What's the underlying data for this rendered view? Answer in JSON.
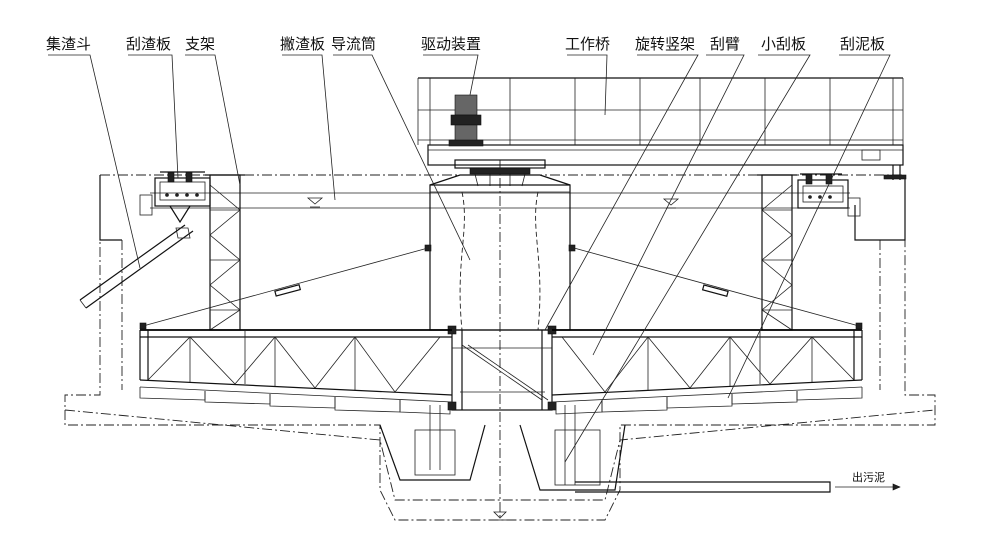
{
  "labels": {
    "slag_hopper": "集渣斗",
    "slag_scraper": "刮渣板",
    "support": "支架",
    "skimmer": "撇渣板",
    "guide_tube": "导流筒",
    "drive_unit": "驱动装置",
    "work_bridge": "工作桥",
    "rotating_column": "旋转竖架",
    "scraper_arm": "刮臂",
    "small_scraper": "小刮板",
    "mud_scraper": "刮泥板",
    "sludge_outlet": "出污泥"
  },
  "colors": {
    "line": "#111111",
    "background": "#ffffff"
  }
}
